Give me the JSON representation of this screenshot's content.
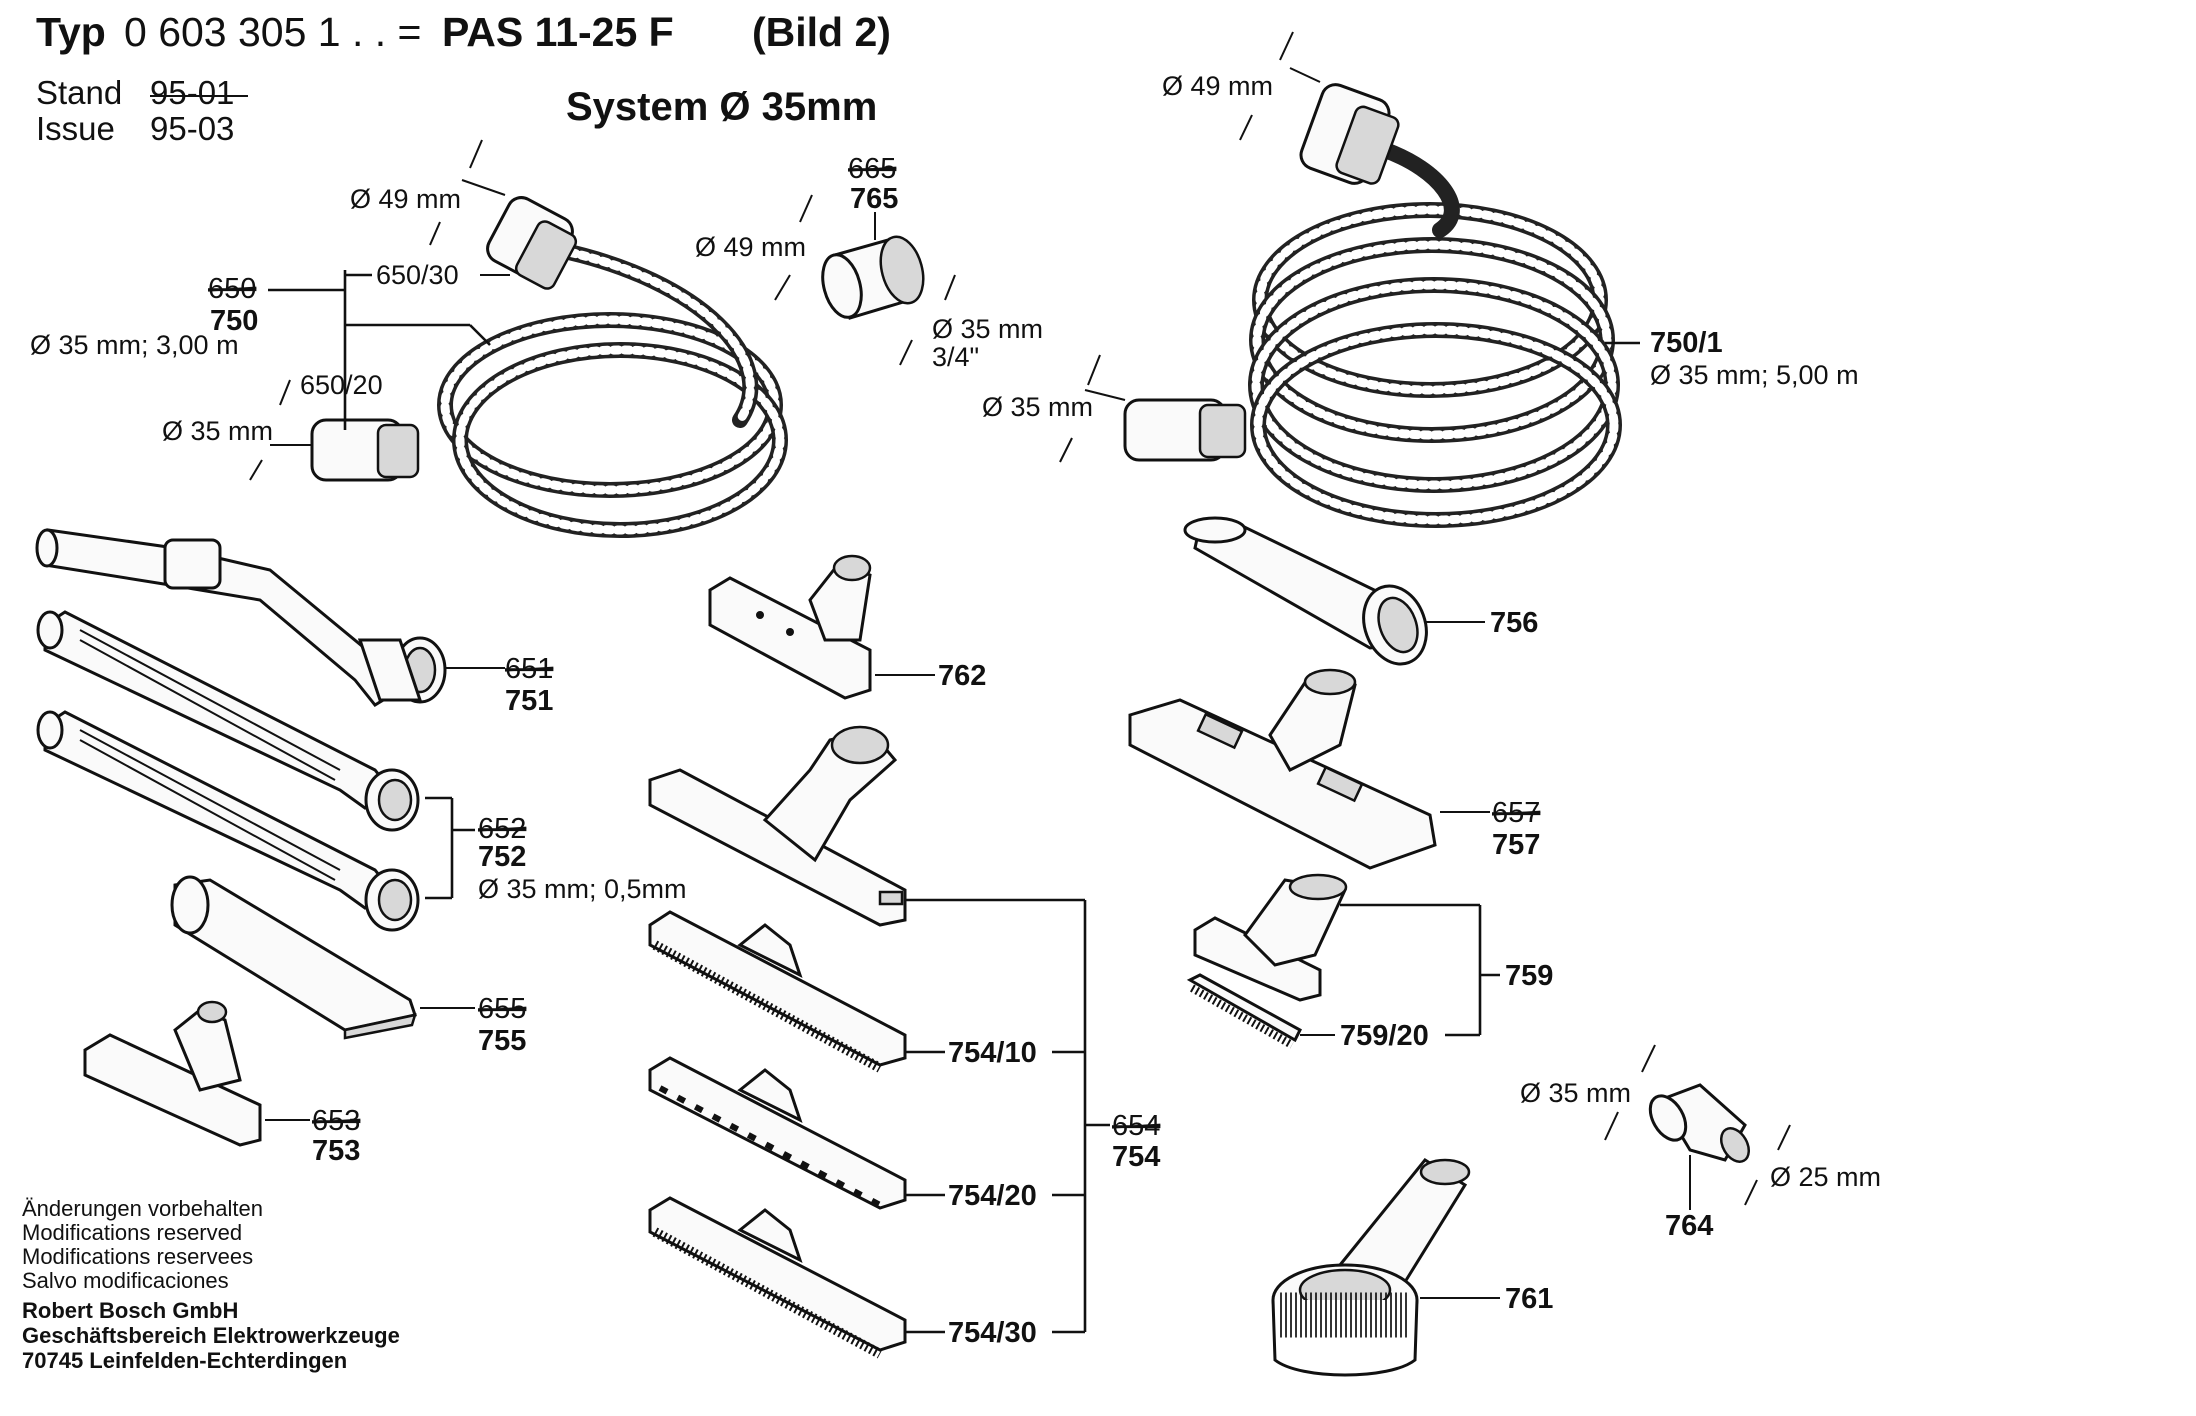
{
  "header": {
    "typ_label": "Typ",
    "typ_number": "0 603 305 1 . . =",
    "model": "PAS 11-25 F",
    "bild": "(Bild 2)",
    "stand_label": "Stand",
    "stand_value": "95-01",
    "issue_label": "Issue",
    "issue_value": "95-03",
    "system": "System Ø 35mm"
  },
  "hose_short": {
    "old": "650",
    "new": "750",
    "spec": "Ø 35 mm; 3,00 m",
    "end_a": "650/30",
    "end_b": "650/20",
    "dia_top": "Ø 49 mm",
    "dia_bottom": "Ø 35 mm"
  },
  "adapter_765": {
    "old": "665",
    "new": "765",
    "dia_in": "Ø 49 mm",
    "dia_out": "Ø 35 mm",
    "thread": "3/4\""
  },
  "hose_long": {
    "label": "750/1",
    "spec": "Ø 35 mm; 5,00 m",
    "dia_top": "Ø 49 mm",
    "dia_bottom": "Ø 35 mm"
  },
  "parts": {
    "p751": {
      "old": "651",
      "new": "751"
    },
    "p752": {
      "old": "652",
      "new": "752",
      "spec": "Ø 35 mm; 0,5mm"
    },
    "p755": {
      "old": "655",
      "new": "755"
    },
    "p753": {
      "old": "653",
      "new": "753"
    },
    "p762": "762",
    "p754": {
      "old": "654",
      "new": "754",
      "v10": "754/10",
      "v20": "754/20",
      "v30": "754/30"
    },
    "p756": "756",
    "p757": {
      "old": "657",
      "new": "757"
    },
    "p759": {
      "main": "759",
      "sub": "759/20"
    },
    "p764": {
      "label": "764",
      "dia_in": "Ø 35 mm",
      "dia_out": "Ø 25 mm"
    },
    "p761": "761"
  },
  "footer": {
    "lines": [
      "Änderungen vorbehalten",
      "Modifications reserved",
      "Modifications reservees",
      "Salvo modificaciones"
    ],
    "company": [
      "Robert Bosch GmbH",
      "Geschäftsbereich Elektrowerkzeuge",
      "70745 Leinfelden-Echterdingen"
    ]
  },
  "icons": [
    "hose-icon",
    "adapter-icon",
    "extension-tube-icon",
    "nozzle-icon",
    "brush-icon"
  ]
}
